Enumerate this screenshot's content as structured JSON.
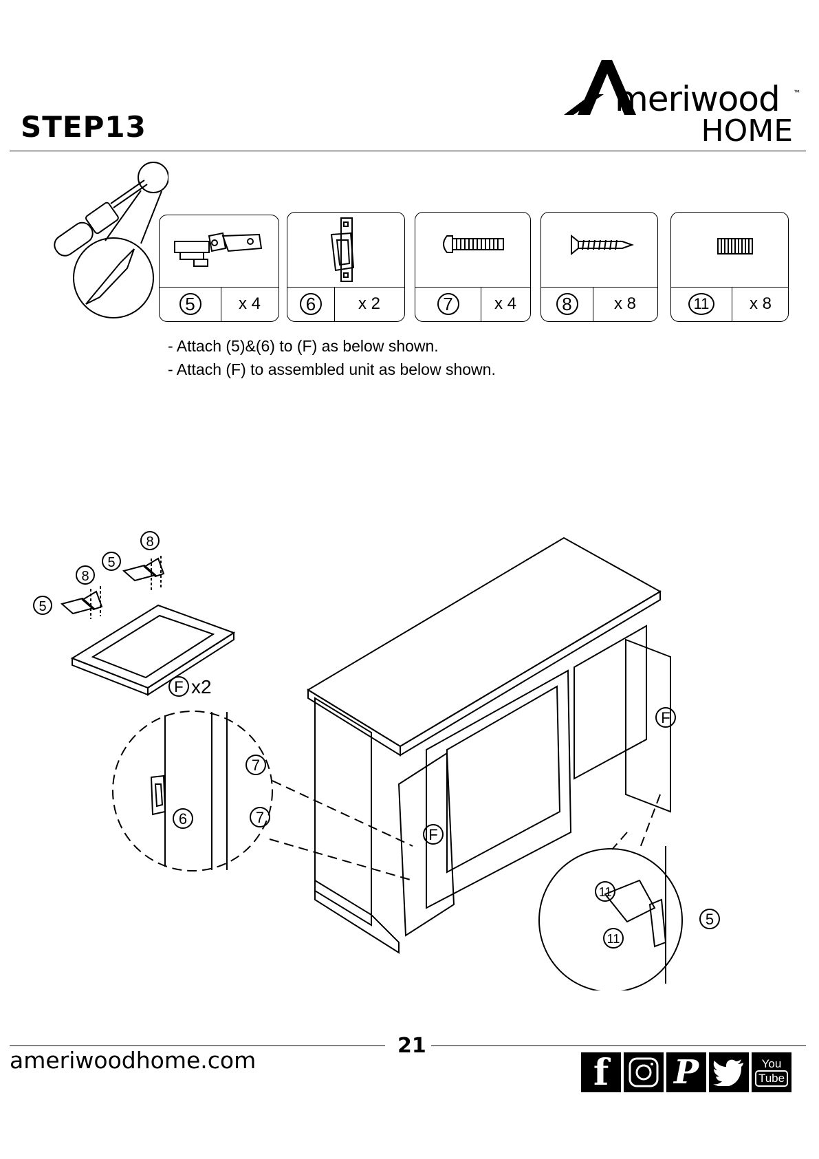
{
  "header": {
    "step_title": "STEP13",
    "logo_brand": "meriwood",
    "logo_home": "HOME",
    "logo_tm": "™"
  },
  "parts": [
    {
      "number": "5",
      "qty": "x 4",
      "icon": "hinge-icon"
    },
    {
      "number": "6",
      "qty": "x 2",
      "icon": "magnetic-catch-icon"
    },
    {
      "number": "7",
      "qty": "x 4",
      "icon": "machine-screw-icon"
    },
    {
      "number": "8",
      "qty": "x 8",
      "icon": "flat-head-screw-icon"
    },
    {
      "number": "11",
      "qty": "x 8",
      "icon": "dowel-insert-icon"
    }
  ],
  "instructions": [
    "- Attach (5)&(6) to (F) as below shown.",
    "- Attach (F) to assembled unit as below shown."
  ],
  "diagram_labels": {
    "door_panel_label": "F",
    "door_panel_qty": "x2",
    "hinge": "5",
    "screw_8": "8",
    "catch": "6",
    "screw_7": "7",
    "insert_11": "11",
    "door_label": "F"
  },
  "footer": {
    "url": "ameriwoodhome.com",
    "page_number": "21",
    "social": [
      {
        "icon": "facebook-icon",
        "label": "f"
      },
      {
        "icon": "instagram-icon",
        "label": ""
      },
      {
        "icon": "pinterest-icon",
        "label": "P"
      },
      {
        "icon": "twitter-icon",
        "label": ""
      },
      {
        "icon": "youtube-icon",
        "label_top": "You",
        "label_bottom": "Tube"
      }
    ]
  }
}
